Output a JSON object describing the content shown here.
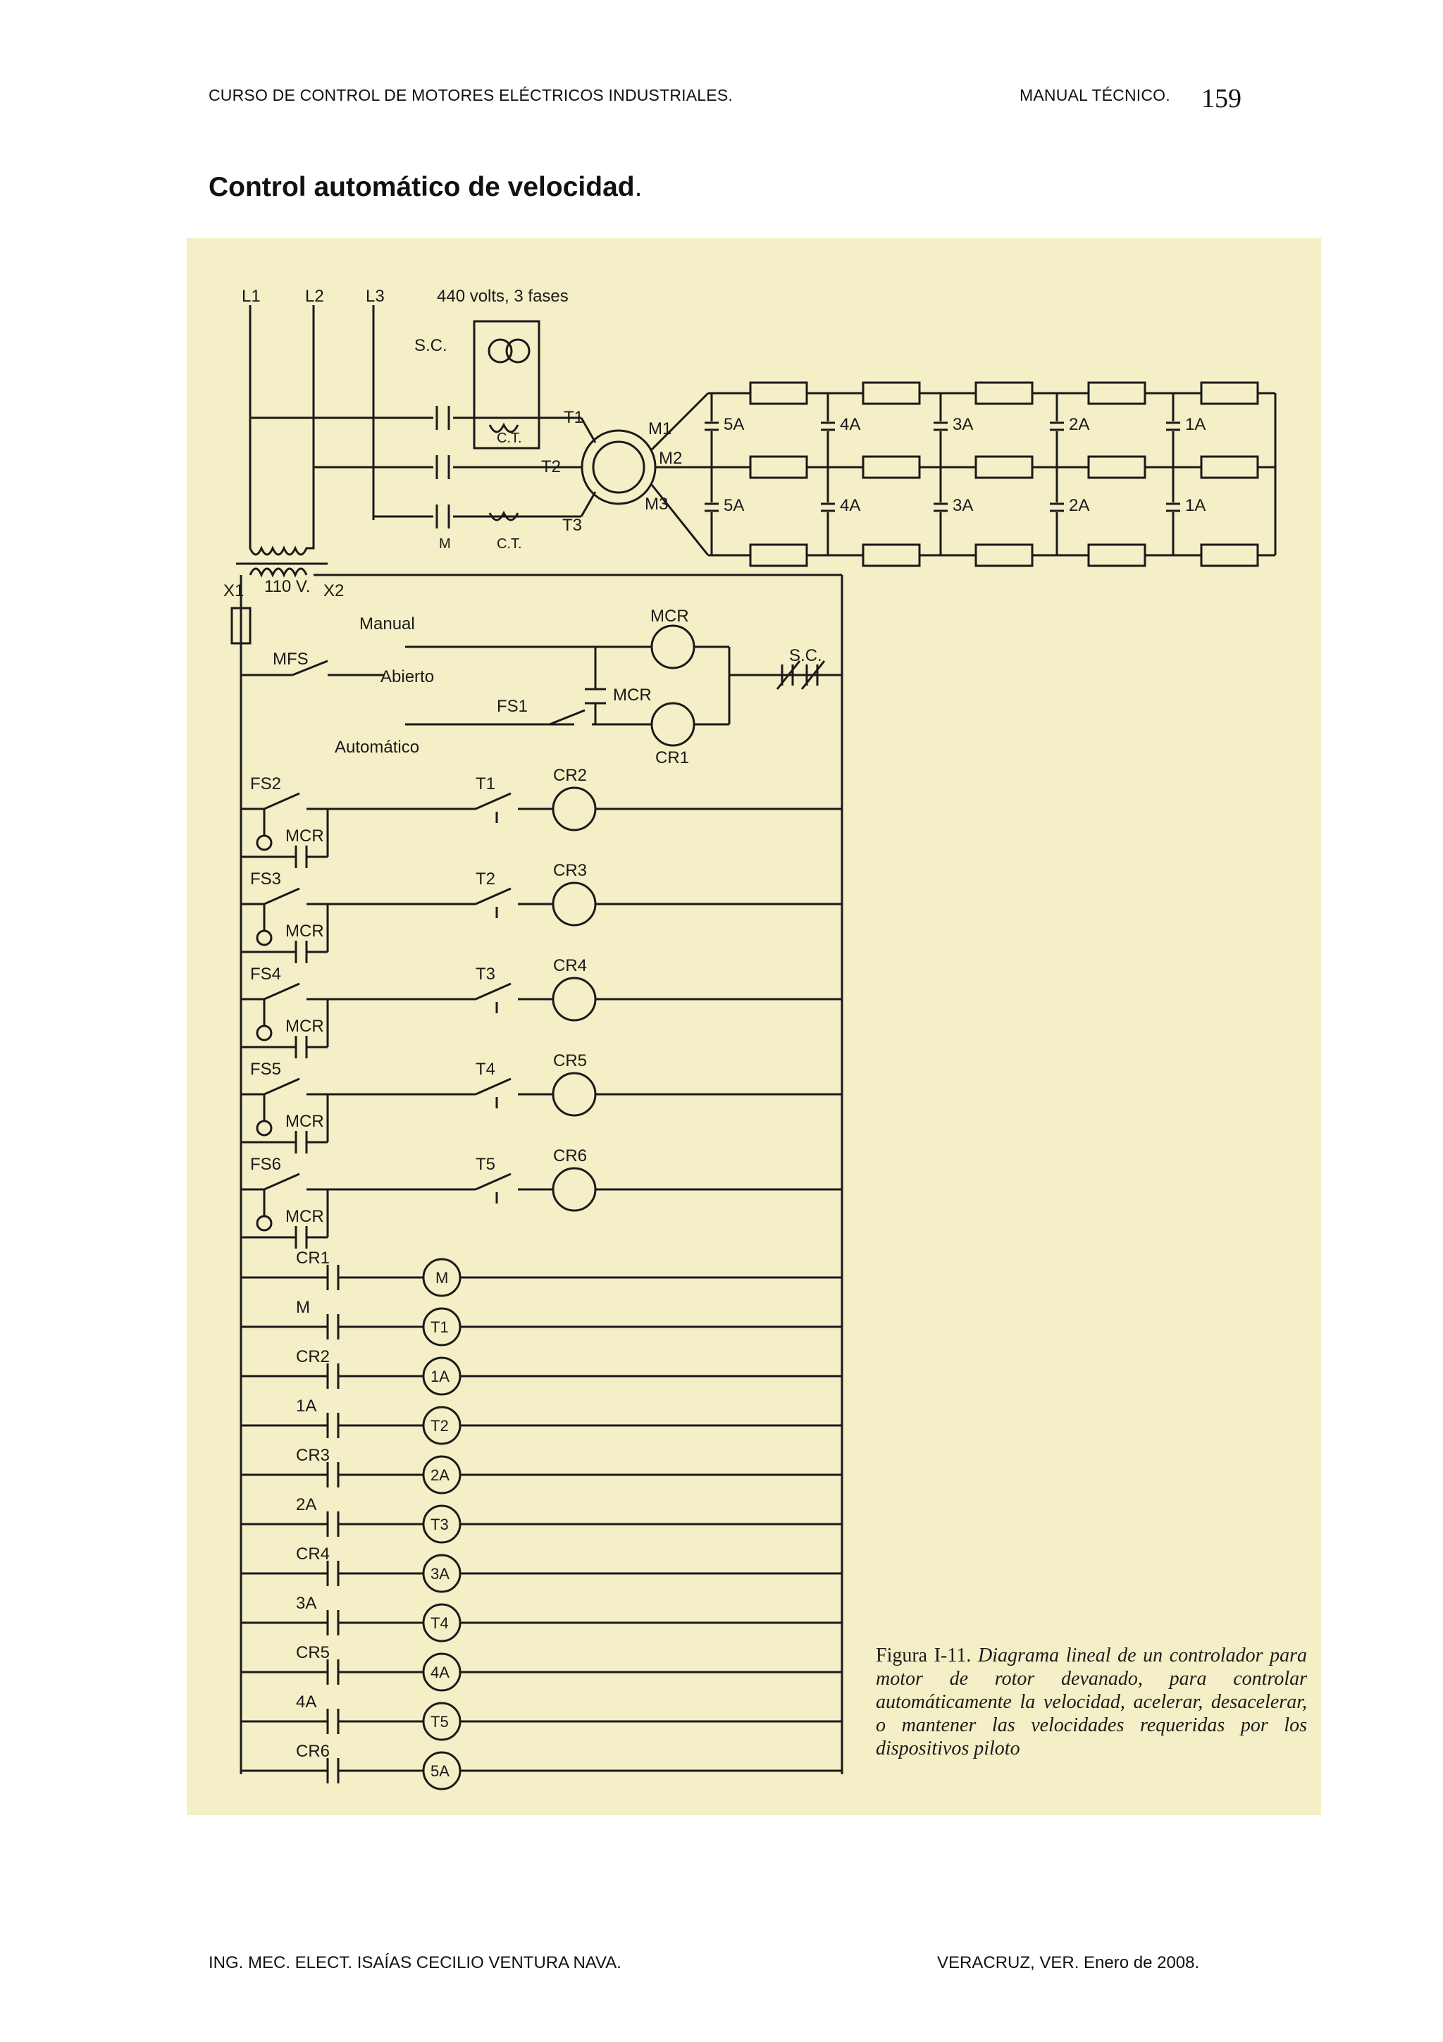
{
  "header": {
    "left": "CURSO DE CONTROL DE MOTORES ELÉCTRICOS INDUSTRIALES.",
    "right": "MANUAL TÉCNICO.",
    "page_number": "159"
  },
  "title": "Control automático de velocidad",
  "title_period": ".",
  "diagram": {
    "lines": [
      "L1",
      "L2",
      "L3"
    ],
    "supply": "440 volts, 3 fases",
    "sc": "S.C.",
    "ct": "C.T.",
    "m": "M",
    "t1": "T1",
    "t2": "T2",
    "t3": "T3",
    "m1": "M1",
    "m2": "M2",
    "m3": "M3",
    "cap_labels": [
      "5A",
      "4A",
      "3A",
      "2A",
      "1A"
    ],
    "x1": "X1",
    "x2": "X2",
    "volt110": "110 V.",
    "manual": "Manual",
    "abierto": "Abierto",
    "automatico": "Automático",
    "mfs": "MFS",
    "fs1": "FS1",
    "mcr": "MCR",
    "cr1": "CR1",
    "rungs": [
      {
        "fs": "FS2",
        "t": "T1",
        "cr": "CR2"
      },
      {
        "fs": "FS3",
        "t": "T2",
        "cr": "CR3"
      },
      {
        "fs": "FS4",
        "t": "T3",
        "cr": "CR4"
      },
      {
        "fs": "FS5",
        "t": "T4",
        "cr": "CR5"
      },
      {
        "fs": "FS6",
        "t": "T5",
        "cr": "CR6"
      }
    ],
    "lower_rungs": [
      {
        "contact": "CR1",
        "coil": "M"
      },
      {
        "contact": "M",
        "coil": "T1"
      },
      {
        "contact": "CR2",
        "coil": "1A"
      },
      {
        "contact": "1A",
        "coil": "T2"
      },
      {
        "contact": "CR3",
        "coil": "2A"
      },
      {
        "contact": "2A",
        "coil": "T3"
      },
      {
        "contact": "CR4",
        "coil": "3A"
      },
      {
        "contact": "3A",
        "coil": "T4"
      },
      {
        "contact": "CR5",
        "coil": "4A"
      },
      {
        "contact": "4A",
        "coil": "T5"
      },
      {
        "contact": "CR6",
        "coil": "5A"
      }
    ]
  },
  "caption": {
    "figure": "Figura I-11.",
    "text": "Diagrama lineal de un controlador para motor de rotor devanado, para controlar automáticamente la velocidad, acelerar, desacelerar, o mantener las velocidades requeridas por los dispositivos piloto"
  },
  "footer": {
    "left": "ING. MEC. ELECT. ISAÍAS CECILIO VENTURA NAVA.",
    "right": "VERACRUZ, VER. Enero de 2008."
  }
}
